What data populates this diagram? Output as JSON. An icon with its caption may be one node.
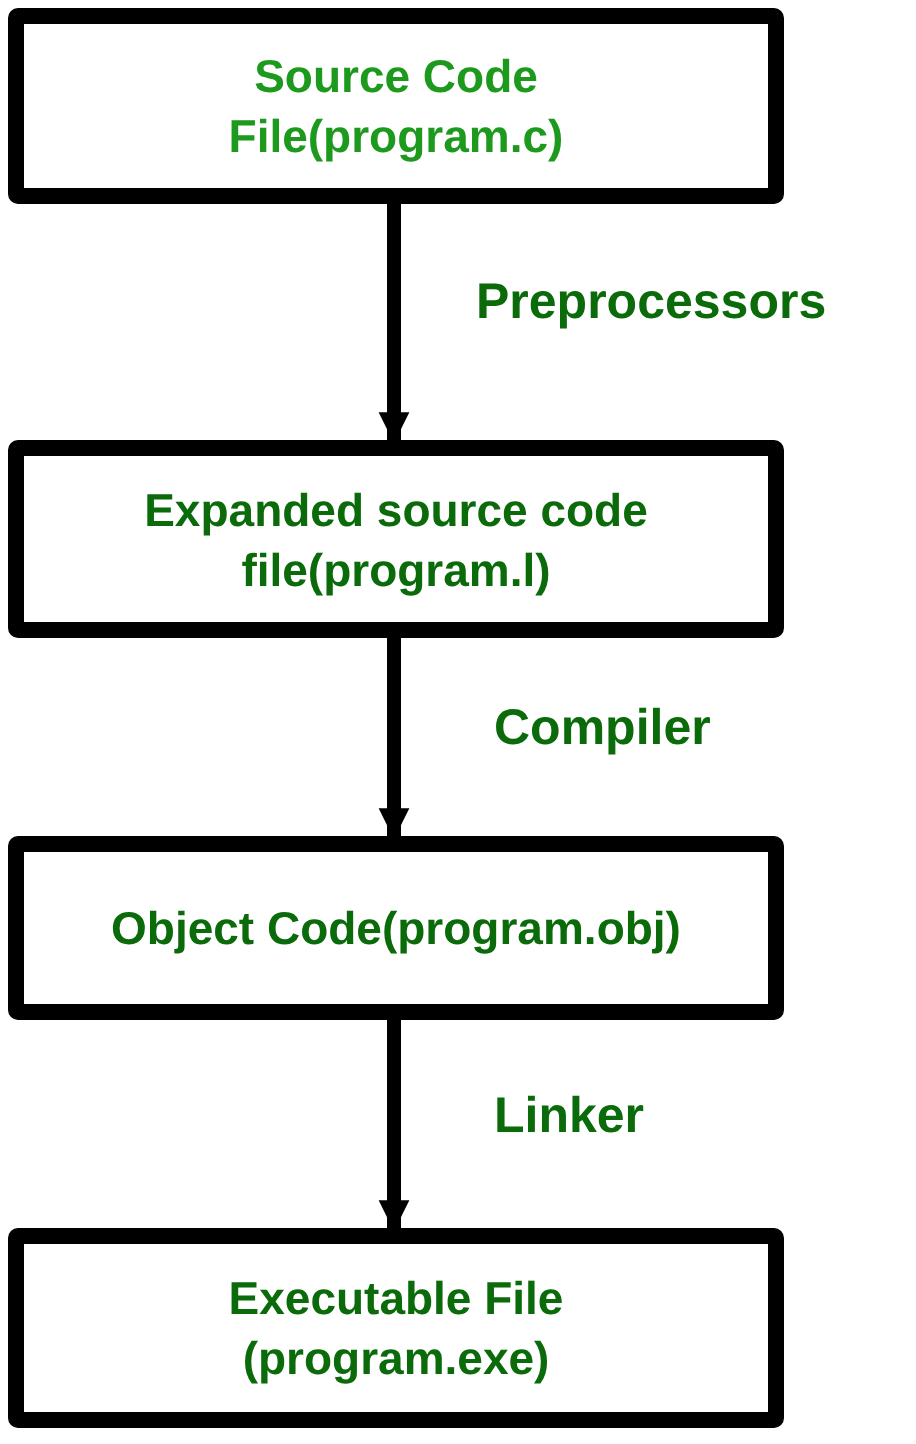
{
  "diagram": {
    "nodes": [
      {
        "text": [
          "Source Code File(program.c)"
        ]
      },
      {
        "text": [
          "Expanded source code file(program.l)"
        ]
      },
      {
        "text": [
          "Object Code(program.obj)"
        ]
      },
      {
        "text": [
          "Executable File (program.exe)"
        ]
      }
    ],
    "edges": [
      {
        "from": 0,
        "to": 1,
        "arrow": "to",
        "label": "Preprocessors"
      },
      {
        "from": 1,
        "to": 2,
        "arrow": "to",
        "label": "Compiler"
      },
      {
        "from": 2,
        "to": 3,
        "arrow": "to",
        "label": "Linker"
      }
    ]
  }
}
